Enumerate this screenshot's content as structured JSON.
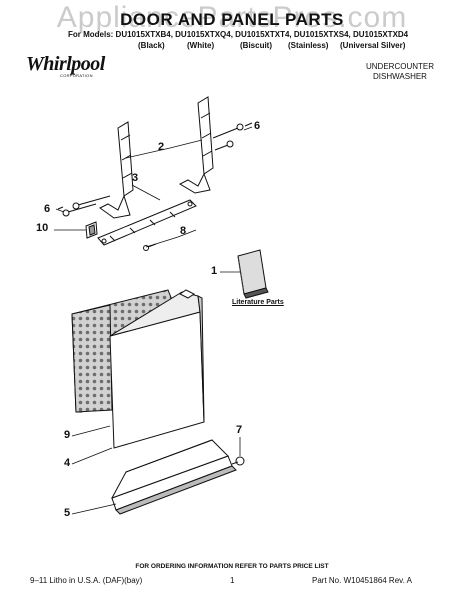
{
  "watermark": "AppliancePartsPros.com",
  "title": "DOOR AND PANEL PARTS",
  "models_line": "For Models: DU1015XTXB4, DU1015XTXQ4, DU1015XTXT4, DU1015XTXS4, DU1015XTXD4",
  "variants": [
    "(Black)",
    "(White)",
    "(Biscuit)",
    "(Stainless)",
    "(Universal Silver)"
  ],
  "brand": {
    "logo_text": "Whirlpool",
    "logo_sub": "CORPORATION"
  },
  "product_type": [
    "UNDERCOUNTER",
    "DISHWASHER"
  ],
  "callouts": [
    "1",
    "2",
    "3",
    "4",
    "5",
    "6",
    "6",
    "7",
    "8",
    "9",
    "10"
  ],
  "literature_parts": "Literature Parts",
  "ordering_note": "FOR ORDERING INFORMATION REFER TO PARTS PRICE LIST",
  "footer": {
    "litho": "9–11 Litho in U.S.A. (DAF)(bay)",
    "page": "1",
    "part_no": "Part No. W10451864 Rev. A"
  },
  "colors": {
    "ink": "#111111",
    "panel_fill": "#c9c9c9",
    "watermark": "#8c8c8c"
  }
}
